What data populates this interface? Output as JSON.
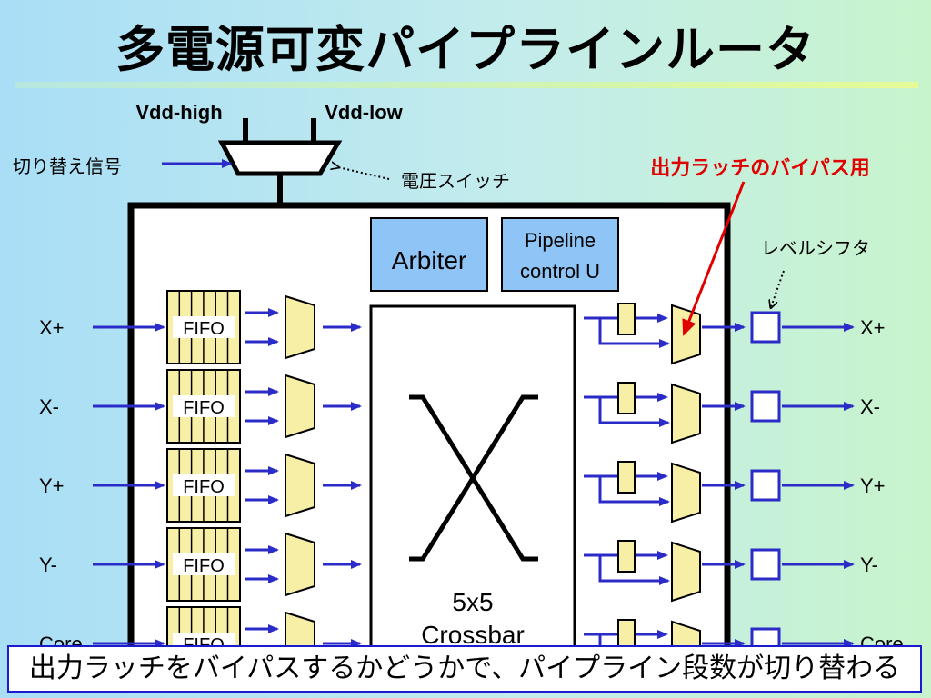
{
  "title": "多電源可変パイプラインルータ",
  "supply": {
    "vdd_high": "Vdd-high",
    "vdd_low": "Vdd-low"
  },
  "switch_signal_label": "切り替え信号",
  "voltage_switch_label": "電圧スイッチ",
  "bypass_label": "出力ラッチのバイパス用",
  "level_shifter_label": "レベルシフタ",
  "arbiter_label": "Arbiter",
  "pipeline_control_label": [
    "Pipeline",
    "control U"
  ],
  "crossbar_label": [
    "5x5",
    "Crossbar"
  ],
  "fifo_label": "FIFO",
  "input_ports": [
    "X+",
    "X-",
    "Y+",
    "Y-",
    "Core"
  ],
  "output_ports": [
    "X+",
    "X-",
    "Y+",
    "Y-",
    "Core"
  ],
  "caption": "出力ラッチをバイパスするかどうかで、パイプライン段数が切り替わる",
  "colors": {
    "wire_blue": "#2b2bc8",
    "annotation_red": "#e00000",
    "block_yellow": "#f8efa6",
    "block_blue": "#8ec4f6"
  }
}
